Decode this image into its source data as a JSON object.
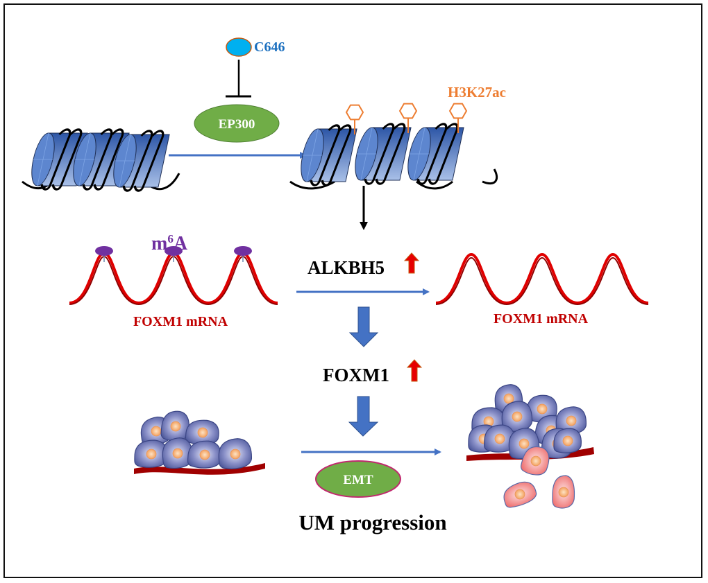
{
  "diagram": {
    "inhibitor": {
      "label": "C646",
      "color": "#1a6fbf"
    },
    "enzyme": {
      "label": "EP300",
      "color": "#6aa84f"
    },
    "histone_mark": {
      "label": "H3K27ac",
      "color": "#ed7d31"
    },
    "methyl_mark": {
      "label_main": "m",
      "label_sup": "6",
      "label_tail": "A",
      "color": "#7030a0"
    },
    "mrna_left": {
      "label": "FOXM1 mRNA",
      "color": "#c00000"
    },
    "mrna_right": {
      "label": "FOXM1 mRNA",
      "color": "#c00000"
    },
    "demethylase": {
      "label": "ALKBH5",
      "trend": "up"
    },
    "target": {
      "label": "FOXM1",
      "trend": "up"
    },
    "process": {
      "label": "EMT"
    },
    "outcome": {
      "label": "UM progression"
    },
    "colors": {
      "arrow_blue": "#4472c4",
      "nucleosome": "#3f6fbf",
      "up_arrow": "#e60000",
      "cell_blue": "#5a64a8",
      "cell_pink": "#f08080",
      "nucleus": "#f4a460",
      "membrane": "#a00000"
    }
  }
}
